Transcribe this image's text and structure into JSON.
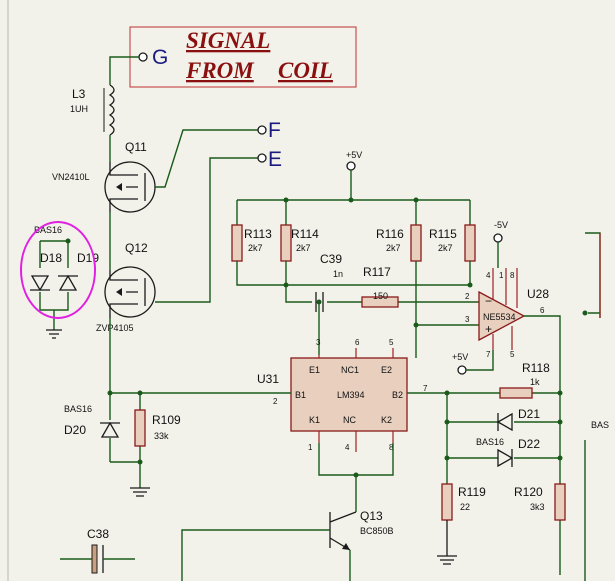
{
  "title_box": {
    "line1": "SIGNAL",
    "line2_a": "FROM",
    "line2_b": "COIL"
  },
  "ports": {
    "g": "G",
    "f": "F",
    "e": "E"
  },
  "power": {
    "p5v_top": "+5V",
    "m5v": "-5V",
    "p5v_opamp": "+5V"
  },
  "components": {
    "L3": {
      "ref": "L3",
      "value": "1UH"
    },
    "Q11": {
      "ref": "Q11",
      "value": "VN2410L"
    },
    "Q12": {
      "ref": "Q12",
      "value": "ZVP4105"
    },
    "D18": {
      "ref": "D18"
    },
    "D19": {
      "ref": "D19"
    },
    "BAS16_pair": {
      "value": "BAS16"
    },
    "D20": {
      "ref": "D20",
      "value": "BAS16"
    },
    "R109": {
      "ref": "R109",
      "value": "33k"
    },
    "R113": {
      "ref": "R113",
      "value": "2k7"
    },
    "R114": {
      "ref": "R114",
      "value": "2k7"
    },
    "R116": {
      "ref": "R116",
      "value": "2k7"
    },
    "R115": {
      "ref": "R115",
      "value": "2k7"
    },
    "C39": {
      "ref": "C39",
      "value": "1n"
    },
    "R117": {
      "ref": "R117",
      "value": "150"
    },
    "U28": {
      "ref": "U28",
      "value": "NE5534",
      "pin2": "2",
      "pin3": "3",
      "pin4": "4",
      "pin8": "8",
      "pin1": "1",
      "pin5": "5",
      "pin6": "6",
      "pin7": "7",
      "minus": "−",
      "plus": "+"
    },
    "U31": {
      "ref": "U31",
      "value": "LM394",
      "E1": "E1",
      "NC1": "NC1",
      "E2": "E2",
      "B1": "B1",
      "B2": "B2",
      "K1": "K1",
      "NC": "NC",
      "K2": "K2",
      "p1": "1",
      "p2": "2",
      "p3": "3",
      "p4": "4",
      "p5": "5",
      "p6": "6",
      "p7": "7",
      "p8": "8"
    },
    "R118": {
      "ref": "R118",
      "value": "1k"
    },
    "D21": {
      "ref": "D21"
    },
    "D22": {
      "ref": "D22",
      "value": "BAS16"
    },
    "R119": {
      "ref": "R119",
      "value": "22"
    },
    "R120": {
      "ref": "R120",
      "value": "3k3"
    },
    "Q13": {
      "ref": "Q13",
      "value": "BC850B"
    },
    "C38": {
      "ref": "C38"
    },
    "BAS_edge": {
      "value": "BAS"
    }
  }
}
